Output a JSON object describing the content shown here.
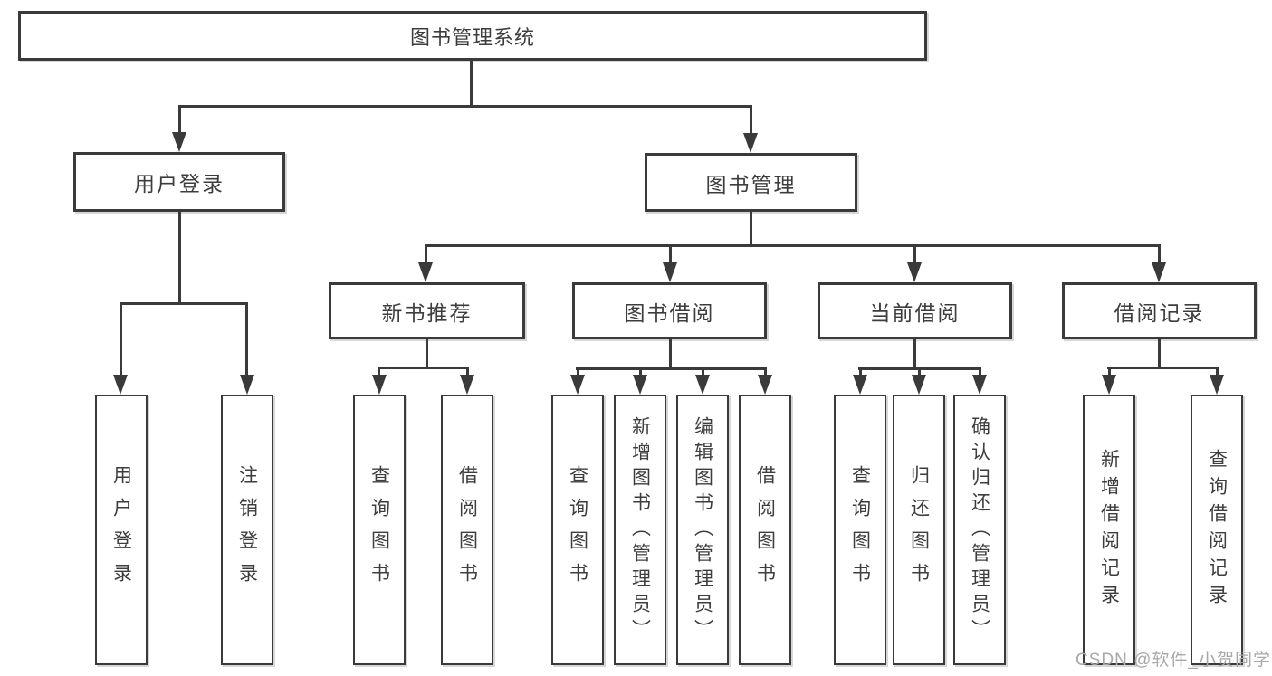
{
  "diagram_type": "hierarchy",
  "tree": {
    "root": {
      "label": "图书管理系统"
    },
    "branches": [
      {
        "label": "用户登录",
        "children": [
          {
            "label": "用户登录"
          },
          {
            "label": "注销登录"
          }
        ]
      },
      {
        "label": "图书管理",
        "children": [
          {
            "label": "新书推荐",
            "children": [
              {
                "label": "查询图书"
              },
              {
                "label": "借阅图书"
              }
            ]
          },
          {
            "label": "图书借阅",
            "children": [
              {
                "label": "查询图书"
              },
              {
                "label": "新增图书（管理员）"
              },
              {
                "label": "编辑图书（管理员）"
              },
              {
                "label": "借阅图书"
              }
            ]
          },
          {
            "label": "当前借阅",
            "children": [
              {
                "label": "查询图书"
              },
              {
                "label": "归还图书"
              },
              {
                "label": "确认归还（管理员）"
              }
            ]
          },
          {
            "label": "借阅记录",
            "children": [
              {
                "label": "新增借阅记录"
              },
              {
                "label": "查询借阅记录"
              }
            ]
          }
        ]
      }
    ]
  },
  "watermark": {
    "text": "CSDN @软件_小贺同学"
  },
  "colors": {
    "line": "#3a3a3a",
    "text": "#3d3d3d",
    "watermark": "#a8a8a8",
    "background": "#ffffff"
  }
}
